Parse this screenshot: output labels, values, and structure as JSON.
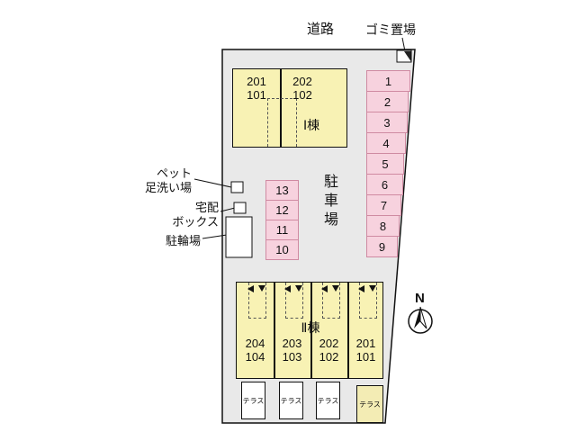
{
  "labels": {
    "road": "道路",
    "garbage": "ゴミ置場",
    "pet_line1": "ペット",
    "pet_line2": "足洗い場",
    "delivery_line1": "宅配",
    "delivery_line2": "ボックス",
    "bicycle": "駐輪場",
    "parking_area": "駐車場",
    "north": "N"
  },
  "building1": {
    "name": "Ⅰ棟",
    "units": [
      {
        "upper": "201",
        "lower": "101"
      },
      {
        "upper": "202",
        "lower": "102"
      }
    ]
  },
  "building2": {
    "name": "Ⅱ棟",
    "terrace": "テラス",
    "units": [
      {
        "upper": "204",
        "lower": "104"
      },
      {
        "upper": "203",
        "lower": "103"
      },
      {
        "upper": "202",
        "lower": "102"
      },
      {
        "upper": "201",
        "lower": "101"
      }
    ]
  },
  "parking": {
    "right_stalls": [
      "1",
      "2",
      "3",
      "4",
      "5",
      "6",
      "7",
      "8",
      "9"
    ],
    "center_stalls": [
      "13",
      "12",
      "11",
      "10"
    ]
  },
  "colors": {
    "site_fill": "#e9e9e9",
    "building_fill": "#f8f2b4",
    "stall_fill": "#f7d2de",
    "stall_border": "#cf8aa2",
    "terrace_highlight": "#f3ecb4",
    "outline": "#111111"
  }
}
